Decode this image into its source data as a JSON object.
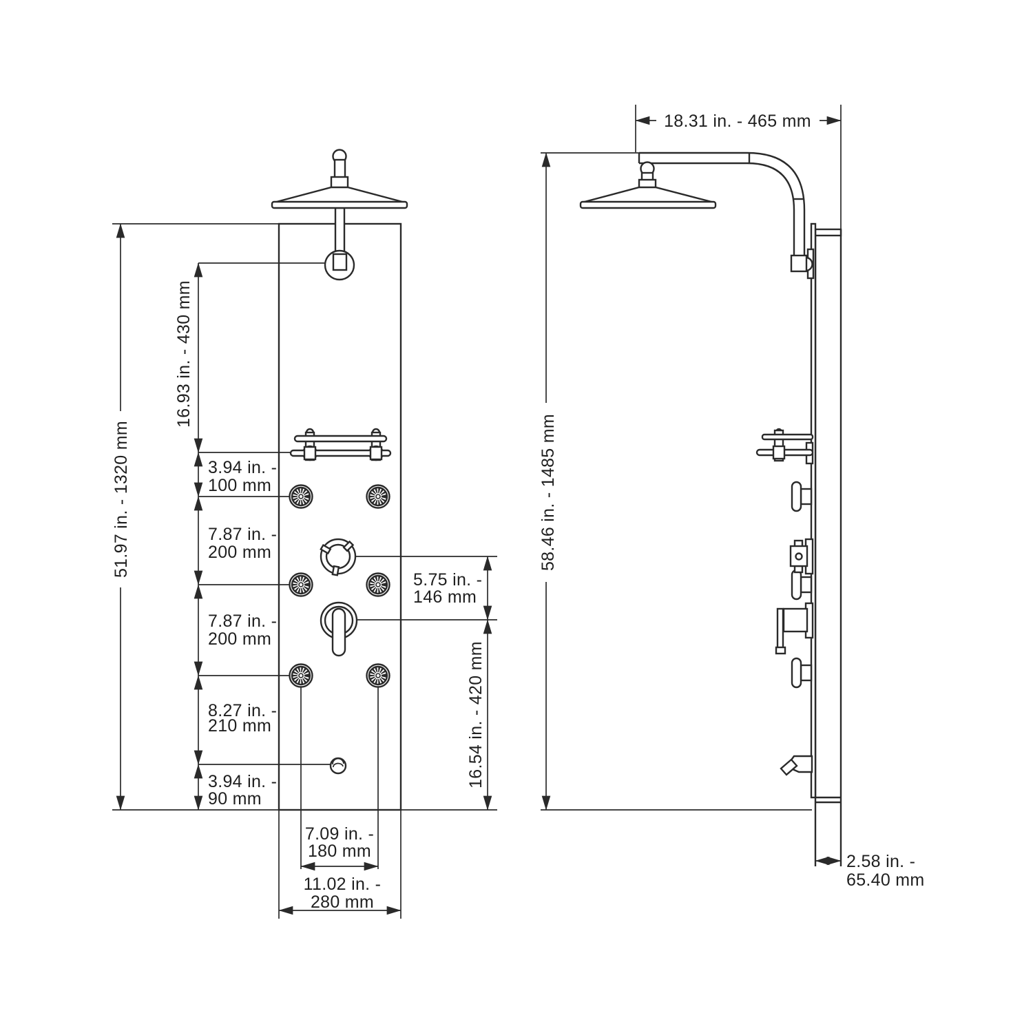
{
  "page": {
    "background": "#ffffff",
    "line_color": "#2a2a2a",
    "description": "Two-view dimensional drawing of a shower panel system: front view with rain shower head, towel bar, six body jets, diverter knob, lever valve and tub spout outlet; side profile view with shower arm"
  },
  "front_view": {
    "labels": {
      "overall_height": "51.97 in. - 1320 mm",
      "head_mount_to_towel_bar": "16.93 in. - 430 mm",
      "towel_bar_to_jet_row1": {
        "l1": "3.94 in. -",
        "l2": "100 mm"
      },
      "jet_row1_to_jet_row2": {
        "l1": "7.87 in. -",
        "l2": "200 mm"
      },
      "jet_row2_to_jet_row3": {
        "l1": "7.87 in. -",
        "l2": "200 mm"
      },
      "jet_row3_to_spout_outlet": {
        "l1": "8.27 in. -",
        "l2": "210 mm"
      },
      "spout_outlet_to_bottom": {
        "l1": "3.94 in. -",
        "l2": "90 mm"
      },
      "diverter_to_valve": {
        "l1": "5.75 in. -",
        "l2": "146 mm"
      },
      "valve_to_bottom": "16.54 in. - 420 mm",
      "jet_column_spacing": {
        "l1": "7.09 in. -",
        "l2": "180 mm"
      },
      "panel_width": {
        "l1": "11.02 in. -",
        "l2": "280 mm"
      }
    }
  },
  "side_view": {
    "labels": {
      "arm_reach": "18.31 in. - 465 mm",
      "overall_height": "58.46 in. - 1485 mm",
      "panel_depth": {
        "l1": "2.58 in. -",
        "l2": "65.40 mm"
      }
    }
  }
}
